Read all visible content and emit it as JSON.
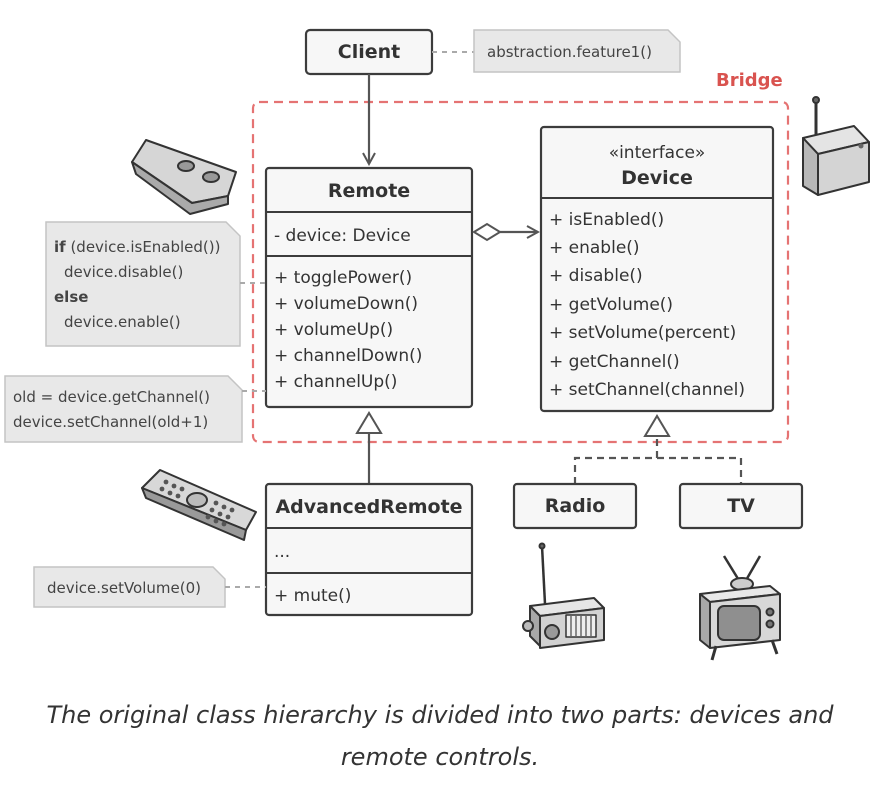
{
  "bridge": {
    "label": "Bridge"
  },
  "client": {
    "title": "Client",
    "note": "abstraction.feature1()"
  },
  "remote": {
    "title": "Remote",
    "fields": [
      "- device: Device"
    ],
    "methods": [
      "+ togglePower()",
      "+ volumeDown()",
      "+ volumeUp()",
      "+ channelDown()",
      "+ channelUp()"
    ]
  },
  "device": {
    "stereotype": "«interface»",
    "title": "Device",
    "methods": [
      "+ isEnabled()",
      "+ enable()",
      "+ disable()",
      "+ getVolume()",
      "+ setVolume(percent)",
      "+ getChannel()",
      "+ setChannel(channel)"
    ]
  },
  "advanced_remote": {
    "title": "AdvancedRemote",
    "fields": [
      "..."
    ],
    "methods": [
      "+ mute()"
    ]
  },
  "radio": {
    "title": "Radio"
  },
  "tv": {
    "title": "TV"
  },
  "notes": {
    "toggle": {
      "l1_kw": "if",
      "l1_rest": " (device.isEnabled())",
      "l2": "device.disable()",
      "l3_kw": "else",
      "l4": "device.enable()"
    },
    "channel": {
      "l1": "old = device.getChannel()",
      "l2": "device.setChannel(old+1)"
    },
    "mute": "device.setVolume(0)"
  },
  "caption": "The original class hierarchy is divided into two parts: devices and remote controls.",
  "colors": {
    "box_fill": "#f7f7f7",
    "box_stroke": "#3c3c3c",
    "note_fill": "#e8e8e8",
    "bridge": "#e57373",
    "bridge_label": "#d9534f",
    "icon_fill": "#d8d8d8"
  },
  "icons": [
    "remote-control-icon",
    "wifi-router-icon",
    "tv-remote-icon",
    "radio-icon",
    "tv-icon"
  ]
}
